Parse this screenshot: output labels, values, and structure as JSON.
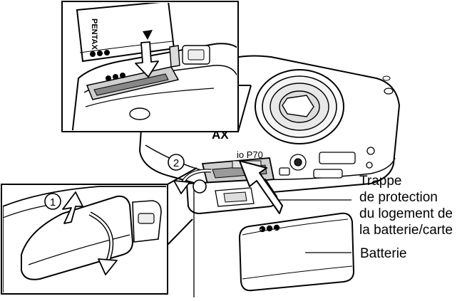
{
  "labels": {
    "cover_line1": "Trappe",
    "cover_line2": "de protection",
    "cover_line3": "du logement de",
    "cover_line4": "la batterie/carte",
    "battery": "Batterie"
  },
  "steps": {
    "step1": "1",
    "step2": "2"
  },
  "markings": {
    "brand_vertical": "PENTAX",
    "brand_body": "AX",
    "model": "io P70"
  }
}
